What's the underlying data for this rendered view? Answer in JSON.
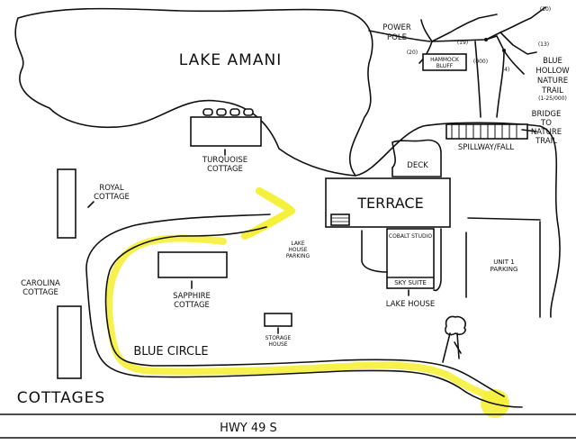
{
  "labels": {
    "lake": "LAKE AMANI",
    "turquoise": [
      "TURQUOISE",
      "COTTAGE"
    ],
    "royal": [
      "ROYAL",
      "COTTAGE"
    ],
    "carolina": [
      "CAROLINA",
      "COTTAGE"
    ],
    "sapphire": [
      "SAPPHIRE",
      "COTTAGE"
    ],
    "blue_circle": "BLUE CIRCLE",
    "cottages": "COTTAGES",
    "highway": "HWY 49 S",
    "terrace": "TERRACE",
    "deck": "DECK",
    "cobalt": "COBALT STUDIO",
    "sky_suite": "SKY SUITE",
    "lake_house": "LAKE HOUSE",
    "lake_house_parking": [
      "LAKE",
      "HOUSE",
      "PARKING"
    ],
    "storage": [
      "STORAGE",
      "HOUSE"
    ],
    "unit_parking": [
      "UNIT 1",
      "PARKING"
    ],
    "power_pole": [
      "POWER",
      "POLE"
    ],
    "hammock": [
      "HAMMOCK",
      "BLUFF"
    ],
    "nature_trail": [
      "BLUE",
      "HOLLOW",
      "NATURE",
      "TRAIL",
      "(1-25/000)"
    ],
    "bridge": [
      "BRIDGE",
      "TO",
      "NATURE",
      "TRAIL"
    ],
    "spillway": "SPILLWAY/FALL",
    "trail_markers": {
      "m10": "(10)",
      "m19": "(19)",
      "m20": "(20)",
      "m000": "(000)",
      "m4": "(4)",
      "m13": "(13)"
    }
  },
  "colors": {
    "route_highlight": "#f5ef3a",
    "ink": "#111111"
  }
}
